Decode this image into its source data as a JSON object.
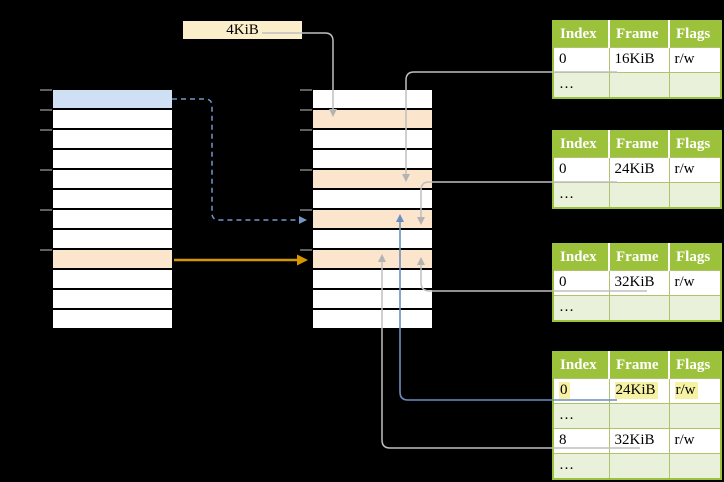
{
  "colors": {
    "background": "#000000",
    "table_header_green": "#9CC23C",
    "table_shaded_row_green": "#E9F1DB",
    "cell_blue": "#CFE0F5",
    "cell_orange": "#FCE5CD",
    "size_box_cream": "#FBEECB",
    "highlight_yellow": "#F6F1A3",
    "arrow_gray": "#B3B3B3",
    "arrow_blue": "#6C8EBF",
    "arrow_dashed_blue": "#7396C8",
    "arrow_orange": "#D79600"
  },
  "page_size_box": {
    "label": "4KiB"
  },
  "left_column": {
    "cells": [
      "blue",
      "white",
      "white",
      "white",
      "white",
      "white",
      "white",
      "white",
      "orange",
      "white",
      "white",
      "white"
    ]
  },
  "middle_column": {
    "cells": [
      "white",
      "orange",
      "white",
      "white",
      "orange",
      "white",
      "orange",
      "white",
      "orange",
      "white",
      "white",
      "white"
    ]
  },
  "tables": [
    {
      "name": "page-table-a",
      "headers": [
        "Index",
        "Frame",
        "Flags"
      ],
      "rows": [
        {
          "index": "0",
          "frame": "16KiB",
          "flags": "r/w"
        },
        {
          "index": "…",
          "frame": "",
          "flags": ""
        }
      ]
    },
    {
      "name": "page-table-b",
      "headers": [
        "Index",
        "Frame",
        "Flags"
      ],
      "rows": [
        {
          "index": "0",
          "frame": "24KiB",
          "flags": "r/w"
        },
        {
          "index": "…",
          "frame": "",
          "flags": ""
        }
      ]
    },
    {
      "name": "page-table-c",
      "headers": [
        "Index",
        "Frame",
        "Flags"
      ],
      "rows": [
        {
          "index": "0",
          "frame": "32KiB",
          "flags": "r/w"
        },
        {
          "index": "…",
          "frame": "",
          "flags": ""
        }
      ]
    },
    {
      "name": "page-table-d",
      "headers": [
        "Index",
        "Frame",
        "Flags"
      ],
      "rows": [
        {
          "index": "0",
          "frame": "24KiB",
          "flags": "r/w",
          "highlighted": true
        },
        {
          "index": "…",
          "frame": "",
          "flags": ""
        },
        {
          "index": "8",
          "frame": "32KiB",
          "flags": "r/w"
        },
        {
          "index": "…",
          "frame": "",
          "flags": ""
        }
      ]
    }
  ]
}
